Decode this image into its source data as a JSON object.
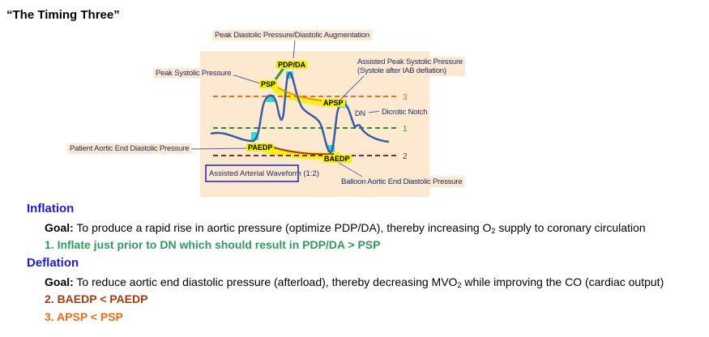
{
  "title": "“The Timing Three”",
  "diagram": {
    "labels": {
      "pdp_da_full": "Peak Diastolic Pressure/Diastolic Augmentation",
      "psp_full": "Peak Systolic Pressure",
      "apsp_full_1": "Assisted Peak Systolic Pressure",
      "apsp_full_2": "(Systole after IAB deflation)",
      "dn_full": "Dicrotic Notch",
      "paedp_full": "Patient Aortic End Diastolic Pressure",
      "baedp_full": "Balloon Aortic End Diastolic Pressure",
      "waveform_box": "Assisted Arterial Waveform (1:2)"
    },
    "markers": {
      "pdp_da": "PDP/DA",
      "psp": "PSP",
      "apsp": "APSP",
      "dn": "DN",
      "paedp": "PAEDP",
      "baedp": "BAEDP"
    },
    "lines": [
      {
        "num": "3",
        "color": "#f06a2a"
      },
      {
        "num": "1",
        "color": "#2e8b3a"
      },
      {
        "num": "2",
        "color": "#8b2a2a"
      }
    ]
  },
  "inflation": {
    "heading": "Inflation",
    "goal_label": "Goal:",
    "goal_text_a": " To produce a rapid rise in aortic pressure (optimize PDP/DA), thereby increasing O",
    "goal_sub": "2",
    "goal_text_b": " supply to coronary circulation",
    "rule1": "1. Inflate just prior to DN which should result in PDP/DA > PSP"
  },
  "deflation": {
    "heading": "Deflation",
    "goal_label": "Goal:",
    "goal_text_a": " To reduce aortic end diastolic pressure (afterload), thereby decreasing MVO",
    "goal_sub": "2",
    "goal_text_b": " while improving the CO (cardiac output)",
    "rule2": "2. BAEDP < PAEDP",
    "rule3": "3. APSP < PSP"
  }
}
